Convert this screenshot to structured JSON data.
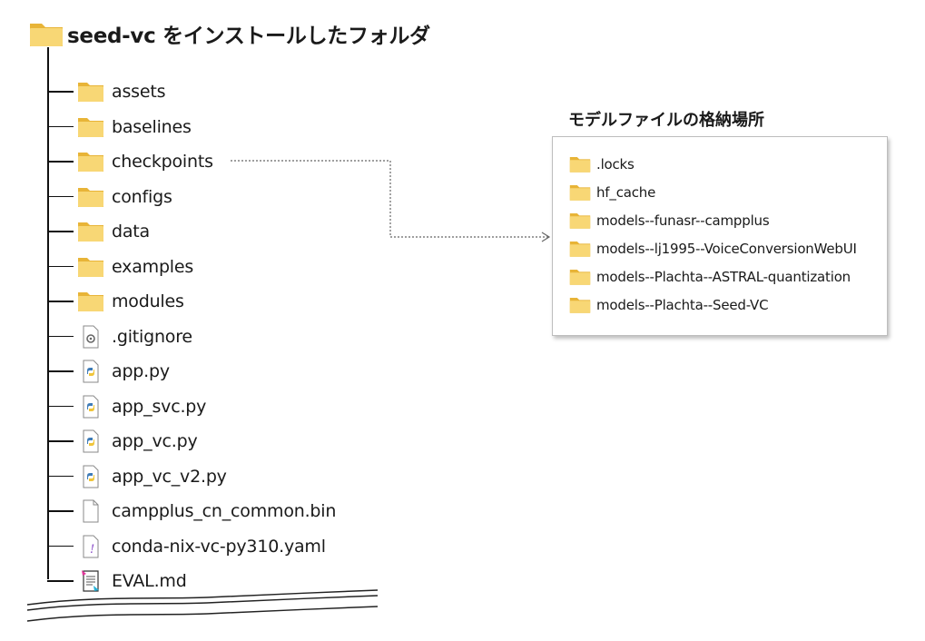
{
  "root": {
    "title": "seed-vc をインストールしたフォルダ",
    "icon": "folder-icon"
  },
  "tree": [
    {
      "label": "assets",
      "icon": "folder-icon"
    },
    {
      "label": "baselines",
      "icon": "folder-icon"
    },
    {
      "label": "checkpoints",
      "icon": "folder-icon"
    },
    {
      "label": "configs",
      "icon": "folder-icon"
    },
    {
      "label": "data",
      "icon": "folder-icon"
    },
    {
      "label": "examples",
      "icon": "folder-icon"
    },
    {
      "label": "modules",
      "icon": "folder-icon"
    },
    {
      "label": ".gitignore",
      "icon": "gear-file-icon"
    },
    {
      "label": "app.py",
      "icon": "python-file-icon"
    },
    {
      "label": "app_svc.py",
      "icon": "python-file-icon"
    },
    {
      "label": "app_vc.py",
      "icon": "python-file-icon"
    },
    {
      "label": "app_vc_v2.py",
      "icon": "python-file-icon"
    },
    {
      "label": "campplus_cn_common.bin",
      "icon": "blank-file-icon"
    },
    {
      "label": "conda-nix-vc-py310.yaml",
      "icon": "yaml-file-icon"
    },
    {
      "label": "EVAL.md",
      "icon": "markdown-file-icon"
    }
  ],
  "model_box": {
    "title": "モデルファイルの格納場所",
    "items": [
      {
        "label": ".locks",
        "icon": "folder-icon"
      },
      {
        "label": "hf_cache",
        "icon": "folder-icon"
      },
      {
        "label": "models--funasr--campplus",
        "icon": "folder-icon"
      },
      {
        "label": "models--lj1995--VoiceConversionWebUI",
        "icon": "folder-icon"
      },
      {
        "label": "models--Plachta--ASTRAL-quantization",
        "icon": "folder-icon"
      },
      {
        "label": "models--Plachta--Seed-VC",
        "icon": "folder-icon"
      }
    ]
  },
  "colors": {
    "folder_body": "#f8d775",
    "folder_back": "#e8b437",
    "line": "#111111",
    "connector": "#666666"
  }
}
